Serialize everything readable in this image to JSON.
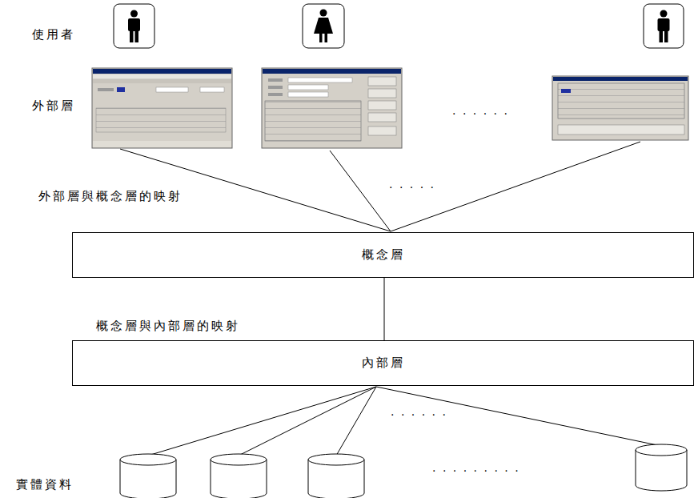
{
  "diagram": {
    "nodes": [
      {
        "text": [
          "概念層"
        ]
      },
      {
        "text": [
          "內部層"
        ]
      }
    ],
    "edges": [
      {
        "from": 0,
        "to": 1,
        "arrow": "none"
      }
    ],
    "labels": [
      "使用者",
      "外部層",
      "外部層與概念層的映射",
      "概念層與內部層的映射",
      "實體資料",
      "· · · · · ·",
      "· · · · ·",
      "· · · · · ·",
      "· · · · · · · · ·"
    ]
  }
}
